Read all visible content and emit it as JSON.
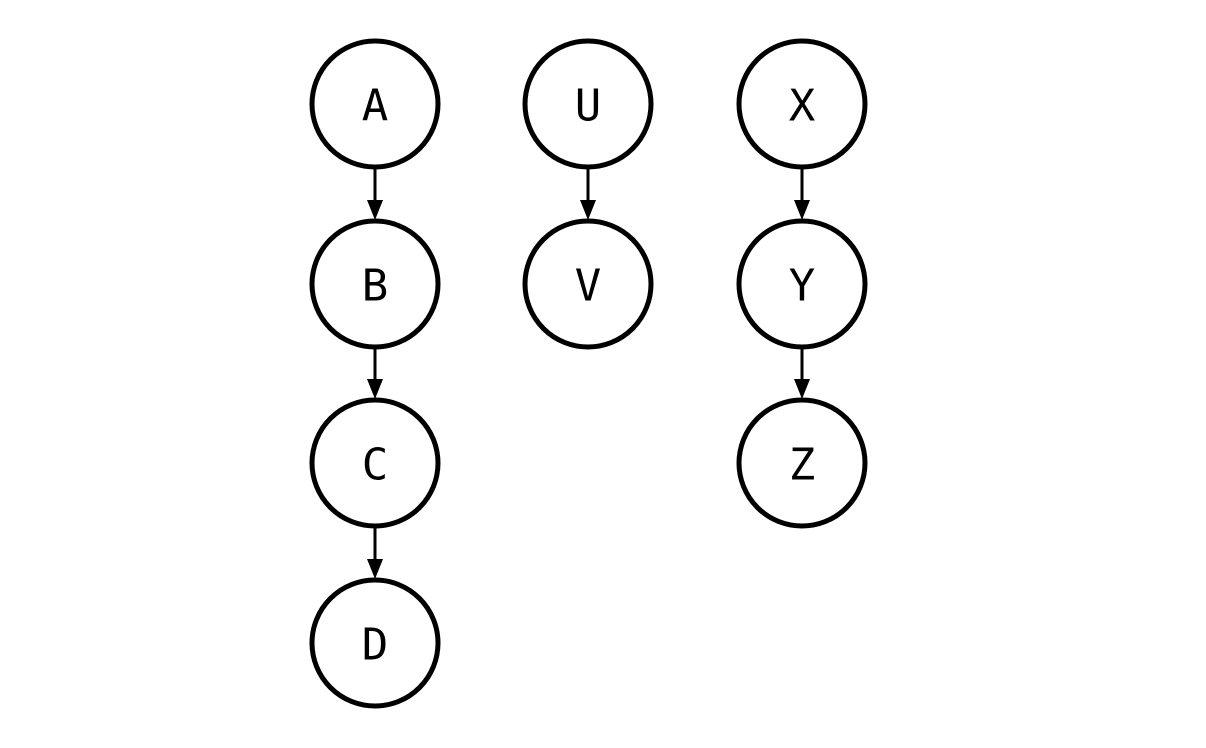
{
  "diagram": {
    "type": "directed-graph",
    "colors": {
      "node_fill": "#ffffff",
      "node_stroke": "#000000",
      "edge": "#000000",
      "label": "#000000"
    },
    "nodes": [
      {
        "id": "A",
        "label": "A"
      },
      {
        "id": "B",
        "label": "B"
      },
      {
        "id": "C",
        "label": "C"
      },
      {
        "id": "D",
        "label": "D"
      },
      {
        "id": "U",
        "label": "U"
      },
      {
        "id": "V",
        "label": "V"
      },
      {
        "id": "X",
        "label": "X"
      },
      {
        "id": "Y",
        "label": "Y"
      },
      {
        "id": "Z",
        "label": "Z"
      }
    ],
    "edges": [
      {
        "from": "A",
        "to": "B"
      },
      {
        "from": "B",
        "to": "C"
      },
      {
        "from": "C",
        "to": "D"
      },
      {
        "from": "U",
        "to": "V"
      },
      {
        "from": "X",
        "to": "Y"
      },
      {
        "from": "Y",
        "to": "Z"
      }
    ]
  }
}
